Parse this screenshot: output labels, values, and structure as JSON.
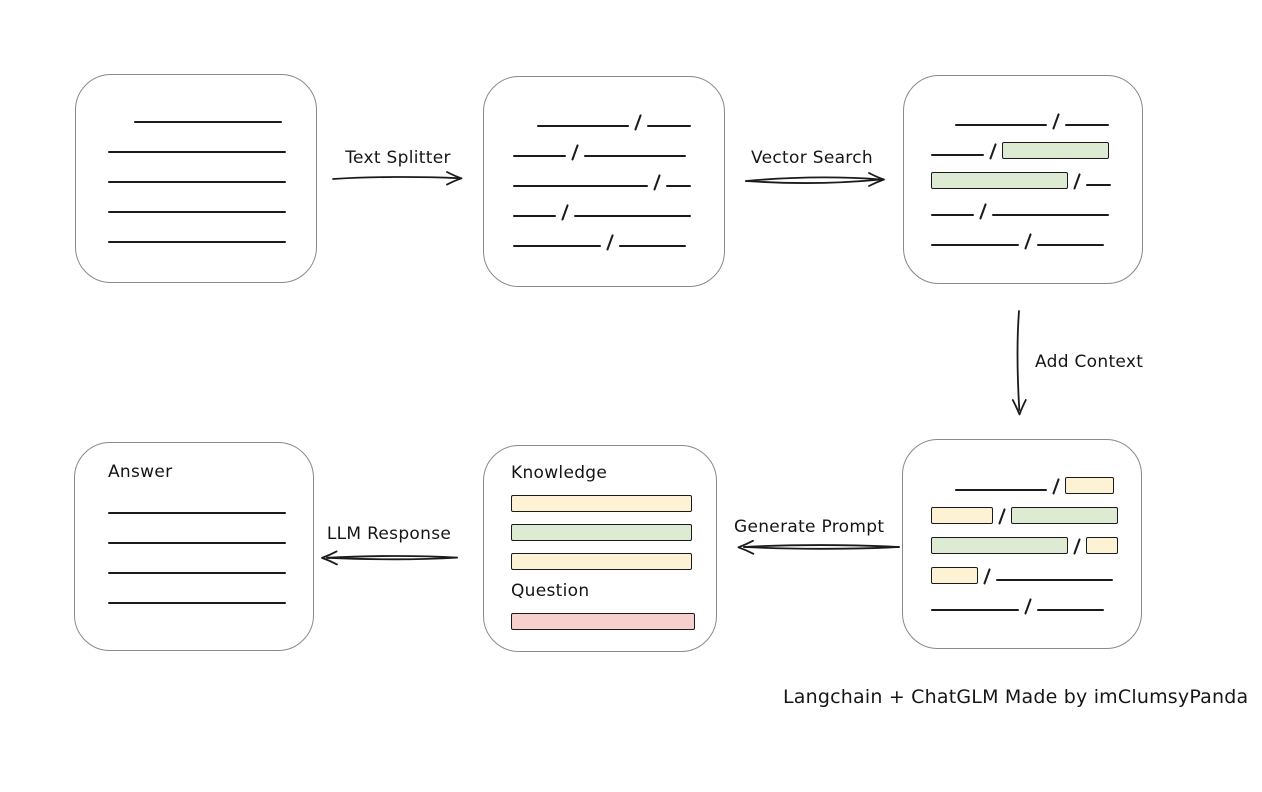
{
  "caption": "Langchain + ChatGLM Made by imClumsyPanda",
  "colors": {
    "line_color": "#1b1b1b",
    "box_border": "#8a8a8a",
    "green_fill": "#dcebd2",
    "green_stroke": "#83aa62",
    "yellow_fill": "#fdf3d4",
    "yellow_stroke": "#dfb54e",
    "red_fill": "#f6d0cc",
    "red_stroke": "#ba6461"
  },
  "arrows": {
    "text_splitter": {
      "label": "Text Splitter",
      "direction": "right"
    },
    "vector_search": {
      "label": "Vector Search",
      "direction": "right"
    },
    "add_context": {
      "label": "Add Context",
      "direction": "down"
    },
    "generate_prompt": {
      "label": "Generate Prompt",
      "direction": "left"
    },
    "llm_response": {
      "label": "LLM Response",
      "direction": "left"
    }
  },
  "boxes": {
    "document": {
      "rows": [
        [
          {
            "t": "gap",
            "w": 26
          },
          {
            "t": "line",
            "w": 148
          }
        ],
        [
          {
            "t": "line",
            "w": 178
          }
        ],
        [
          {
            "t": "line",
            "w": 178
          }
        ],
        [
          {
            "t": "line",
            "w": 178
          }
        ],
        [
          {
            "t": "line",
            "w": 178
          }
        ]
      ]
    },
    "chunks": {
      "rows": [
        [
          {
            "t": "gap",
            "w": 24
          },
          {
            "t": "line",
            "w": 92
          },
          {
            "t": "slash"
          },
          {
            "t": "line",
            "w": 44
          }
        ],
        [
          {
            "t": "line",
            "w": 53
          },
          {
            "t": "slash"
          },
          {
            "t": "line",
            "w": 102
          }
        ],
        [
          {
            "t": "line",
            "w": 135
          },
          {
            "t": "slash"
          },
          {
            "t": "line",
            "w": 25
          }
        ],
        [
          {
            "t": "line",
            "w": 43
          },
          {
            "t": "slash"
          },
          {
            "t": "line",
            "w": 117
          }
        ],
        [
          {
            "t": "line",
            "w": 88
          },
          {
            "t": "slash"
          },
          {
            "t": "line",
            "w": 67
          }
        ]
      ]
    },
    "search_results": {
      "rows": [
        [
          {
            "t": "gap",
            "w": 24
          },
          {
            "t": "line",
            "w": 92
          },
          {
            "t": "slash"
          },
          {
            "t": "line",
            "w": 44
          }
        ],
        [
          {
            "t": "line",
            "w": 53
          },
          {
            "t": "slash"
          },
          {
            "t": "bar",
            "c": "green",
            "w": 105
          }
        ],
        [
          {
            "t": "bar",
            "c": "green",
            "w": 135
          },
          {
            "t": "slash"
          },
          {
            "t": "line",
            "w": 25
          }
        ],
        [
          {
            "t": "line",
            "w": 43
          },
          {
            "t": "slash"
          },
          {
            "t": "line",
            "w": 117
          }
        ],
        [
          {
            "t": "line",
            "w": 88
          },
          {
            "t": "slash"
          },
          {
            "t": "line",
            "w": 67
          }
        ]
      ]
    },
    "context": {
      "rows": [
        [
          {
            "t": "gap",
            "w": 24
          },
          {
            "t": "line",
            "w": 92
          },
          {
            "t": "slash"
          },
          {
            "t": "bar",
            "c": "yellow",
            "w": 47
          }
        ],
        [
          {
            "t": "bar",
            "c": "yellow",
            "w": 60
          },
          {
            "t": "slash"
          },
          {
            "t": "bar",
            "c": "green",
            "w": 105
          }
        ],
        [
          {
            "t": "bar",
            "c": "green",
            "w": 135
          },
          {
            "t": "slash"
          },
          {
            "t": "bar",
            "c": "yellow",
            "w": 30
          }
        ],
        [
          {
            "t": "bar",
            "c": "yellow",
            "w": 45
          },
          {
            "t": "slash"
          },
          {
            "t": "line",
            "w": 117
          }
        ],
        [
          {
            "t": "line",
            "w": 88
          },
          {
            "t": "slash"
          },
          {
            "t": "line",
            "w": 67
          }
        ]
      ]
    },
    "prompt": {
      "knowledge_label": "Knowledge",
      "knowledge_rows": [
        [
          {
            "t": "bar",
            "c": "yellow",
            "w": 179
          }
        ],
        [
          {
            "t": "bar",
            "c": "green",
            "w": 179
          }
        ],
        [
          {
            "t": "bar",
            "c": "yellow",
            "w": 179
          }
        ]
      ],
      "question_label": "Question",
      "question_rows": [
        [
          {
            "t": "bar",
            "c": "red",
            "w": 182
          }
        ]
      ]
    },
    "answer": {
      "label": "Answer",
      "rows": [
        [
          {
            "t": "line",
            "w": 178
          }
        ],
        [
          {
            "t": "line",
            "w": 178
          }
        ],
        [
          {
            "t": "line",
            "w": 178
          }
        ],
        [
          {
            "t": "line",
            "w": 178
          }
        ]
      ]
    }
  }
}
